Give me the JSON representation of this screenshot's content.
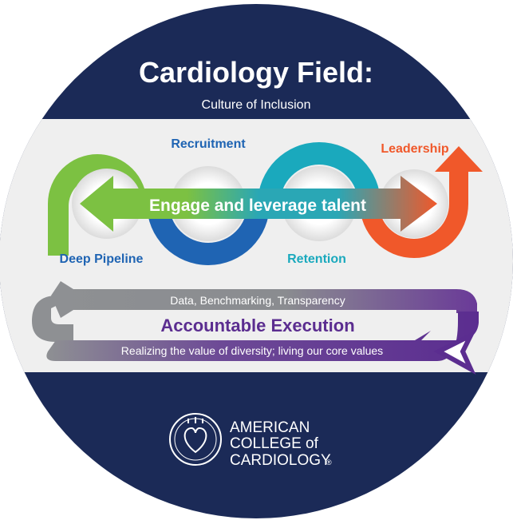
{
  "header": {
    "title": "Cardiology Field:",
    "subtitle": "Culture of Inclusion"
  },
  "stages": {
    "recruitment": "Recruitment",
    "leadership": "Leadership",
    "deep_pipeline": "Deep Pipeline",
    "retention": "Retention"
  },
  "center_arrow_label": "Engage and leverage talent",
  "execution": {
    "top_text": "Data, Benchmarking, Transparency",
    "title": "Accountable Execution",
    "bottom_text": "Realizing the value of diversity; living our core values"
  },
  "logo": {
    "line1": "AMERICAN",
    "line2": "COLLEGE of",
    "line3": "CARDIOLOGY",
    "mark": "®",
    "seal_icon": "heart-seal-icon"
  },
  "colors": {
    "navy": "#1b2a57",
    "band": "#efefef",
    "green": "#7cc142",
    "blue": "#1f64b3",
    "teal": "#1aa9bd",
    "orange": "#f0582a",
    "purple": "#5b2d90",
    "gray": "#8e9093"
  }
}
